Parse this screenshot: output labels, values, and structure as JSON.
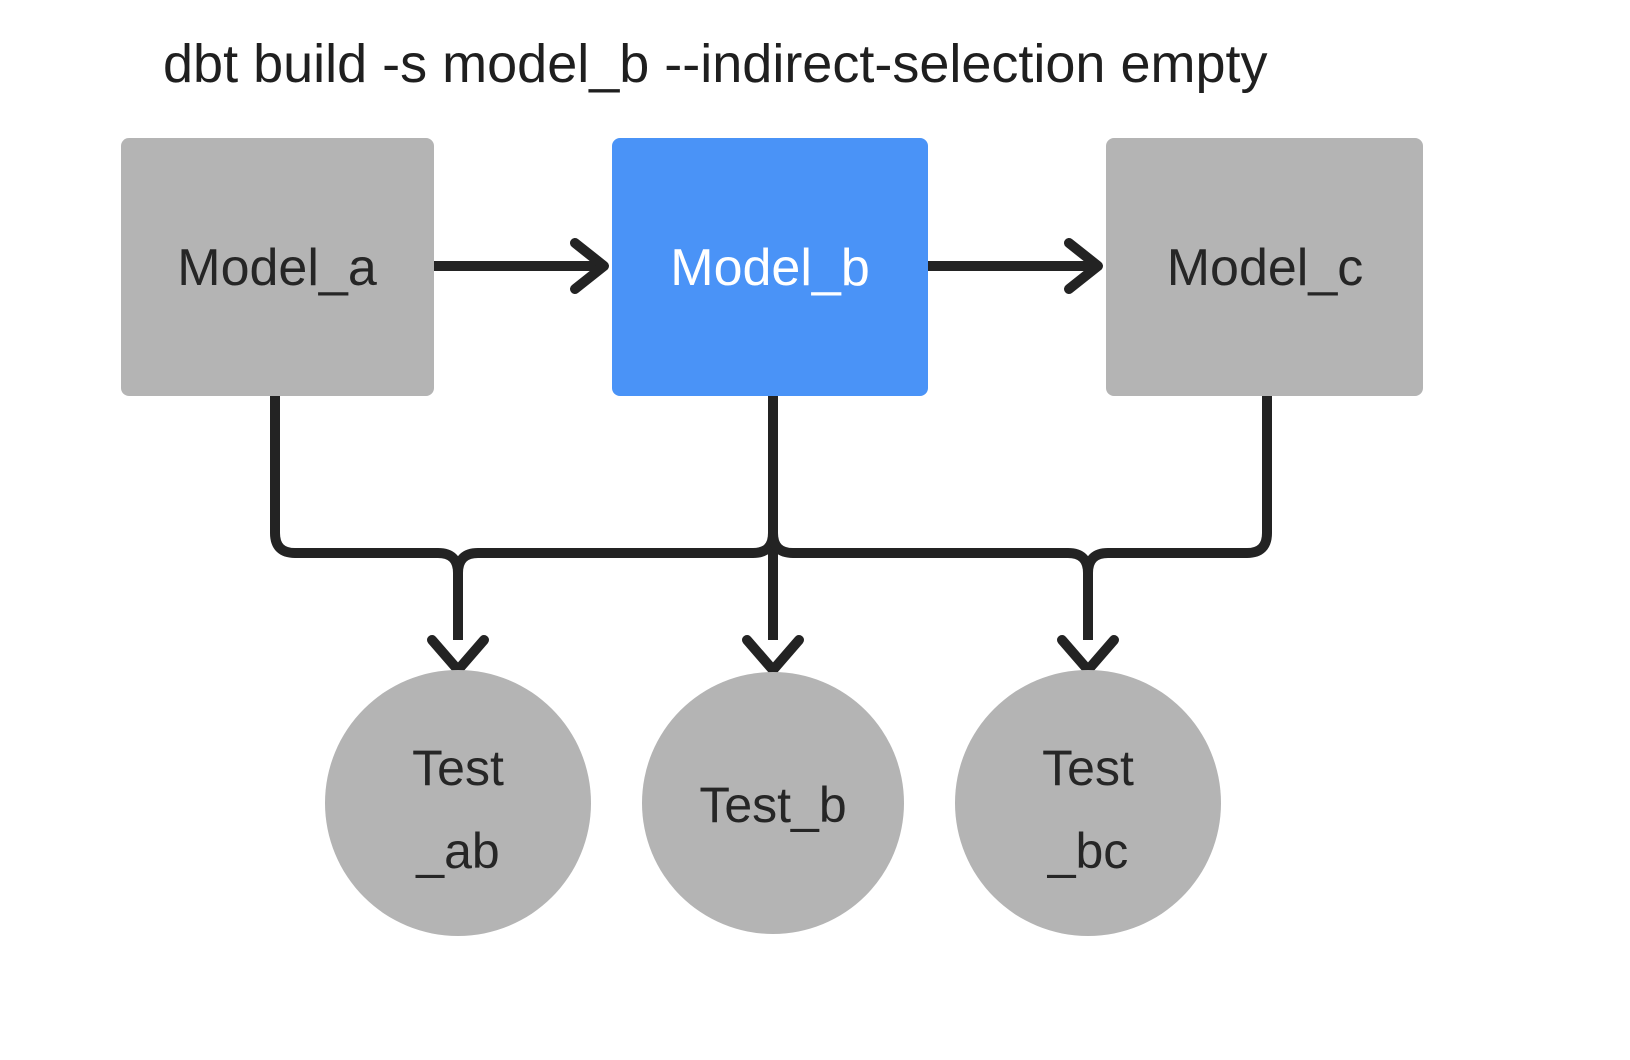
{
  "title": "dbt build -s model_b --indirect-selection empty",
  "colors": {
    "background": "#ffffff",
    "node_gray": "#b4b4b4",
    "node_selected_blue": "#4a93f7",
    "edge_black": "#232323",
    "text_dark": "#262626",
    "text_light": "#ffffff"
  },
  "models": [
    {
      "id": "model_a",
      "label": "Model_a",
      "state": "unselected",
      "fill": "#b4b4b4",
      "text_color": "#262626"
    },
    {
      "id": "model_b",
      "label": "Model_b",
      "state": "selected",
      "fill": "#4a93f7",
      "text_color": "#ffffff"
    },
    {
      "id": "model_c",
      "label": "Model_c",
      "state": "unselected",
      "fill": "#b4b4b4",
      "text_color": "#262626"
    }
  ],
  "tests": [
    {
      "id": "test_ab",
      "label": "Test_ab",
      "line1": "Test",
      "line2": "_ab",
      "state": "unselected",
      "fill": "#b4b4b4",
      "text_color": "#262626"
    },
    {
      "id": "test_b",
      "label": "Test_b",
      "line1": "Test_b",
      "line2": "",
      "state": "unselected",
      "fill": "#b4b4b4",
      "text_color": "#262626"
    },
    {
      "id": "test_bc",
      "label": "Test_bc",
      "line1": "Test",
      "line2": "_bc",
      "state": "unselected",
      "fill": "#b4b4b4",
      "text_color": "#262626"
    }
  ],
  "edges": [
    {
      "id": "a-to-b",
      "from": "model_a",
      "to": "model_b",
      "kind": "model-to-model"
    },
    {
      "id": "b-to-c",
      "from": "model_b",
      "to": "model_c",
      "kind": "model-to-model"
    },
    {
      "id": "a-to-test-ab",
      "from": "model_a",
      "to": "test_ab",
      "kind": "model-to-test"
    },
    {
      "id": "b-to-test-ab",
      "from": "model_b",
      "to": "test_ab",
      "kind": "model-to-test"
    },
    {
      "id": "b-to-test-b",
      "from": "model_b",
      "to": "test_b",
      "kind": "model-to-test"
    },
    {
      "id": "b-to-test-bc",
      "from": "model_b",
      "to": "test_bc",
      "kind": "model-to-test"
    },
    {
      "id": "c-to-test-bc",
      "from": "model_c",
      "to": "test_bc",
      "kind": "model-to-test"
    }
  ]
}
